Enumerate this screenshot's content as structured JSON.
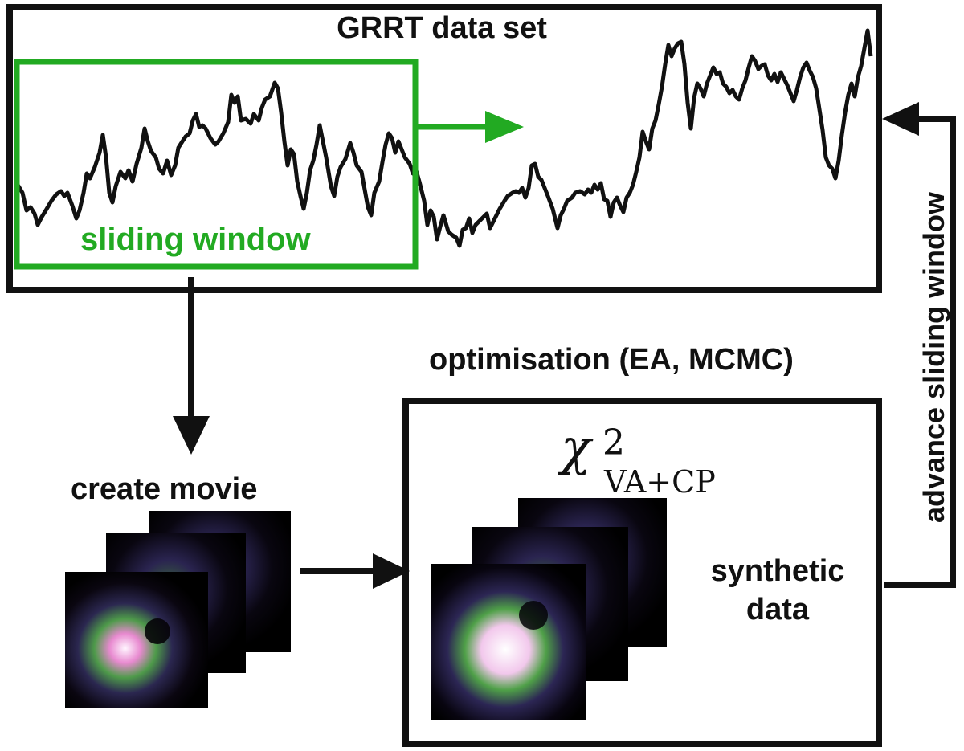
{
  "diagram": {
    "dataset_title": "GRRT data set",
    "sliding_window_label": "sliding window",
    "optimisation_label": "optimisation (EA, MCMC)",
    "create_movie_label": "create movie",
    "chi_squared": {
      "symbol": "χ",
      "superscript": "2",
      "subscript": "VA+CP"
    },
    "synthetic_data_label": "synthetic data",
    "advance_label": "advance sliding window"
  },
  "colors": {
    "window_green": "#22aa22",
    "line": "#111111"
  }
}
